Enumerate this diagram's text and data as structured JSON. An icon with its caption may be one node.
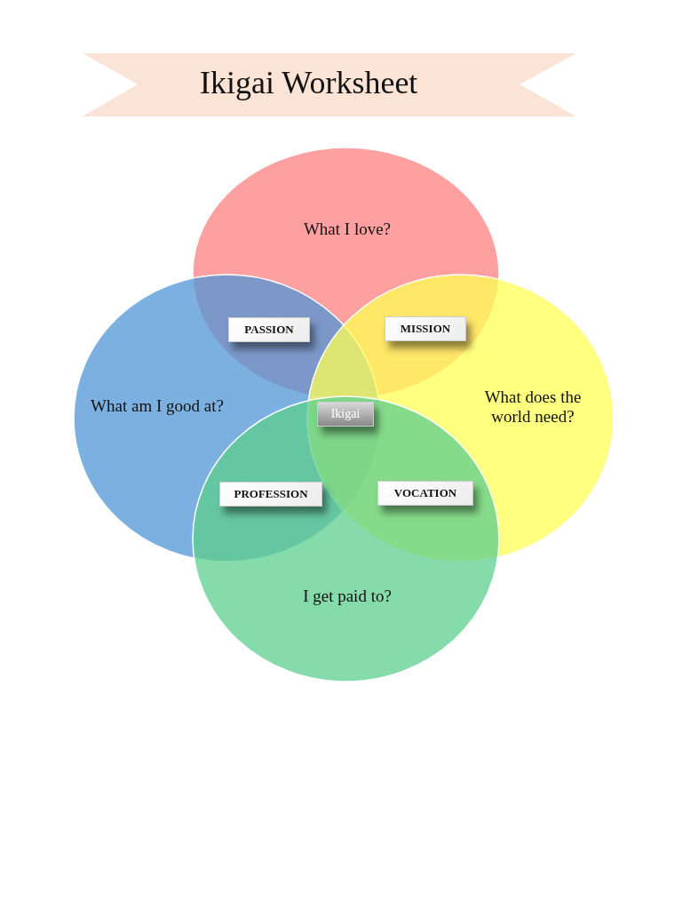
{
  "diagram": {
    "title": "Ikigai Worksheet",
    "nodes": [
      {
        "text": [
          "What I love?"
        ]
      },
      {
        "text": [
          "What am I good at?"
        ]
      },
      {
        "text": [
          "What does the world need?"
        ]
      },
      {
        "text": [
          "I get paid to?"
        ]
      },
      {
        "text": [
          "PASSION"
        ]
      },
      {
        "text": [
          "MISSION"
        ]
      },
      {
        "text": [
          "Ikigai"
        ]
      },
      {
        "text": [
          "PROFESSION"
        ]
      },
      {
        "text": [
          "VOCATION"
        ]
      }
    ],
    "edges": []
  }
}
